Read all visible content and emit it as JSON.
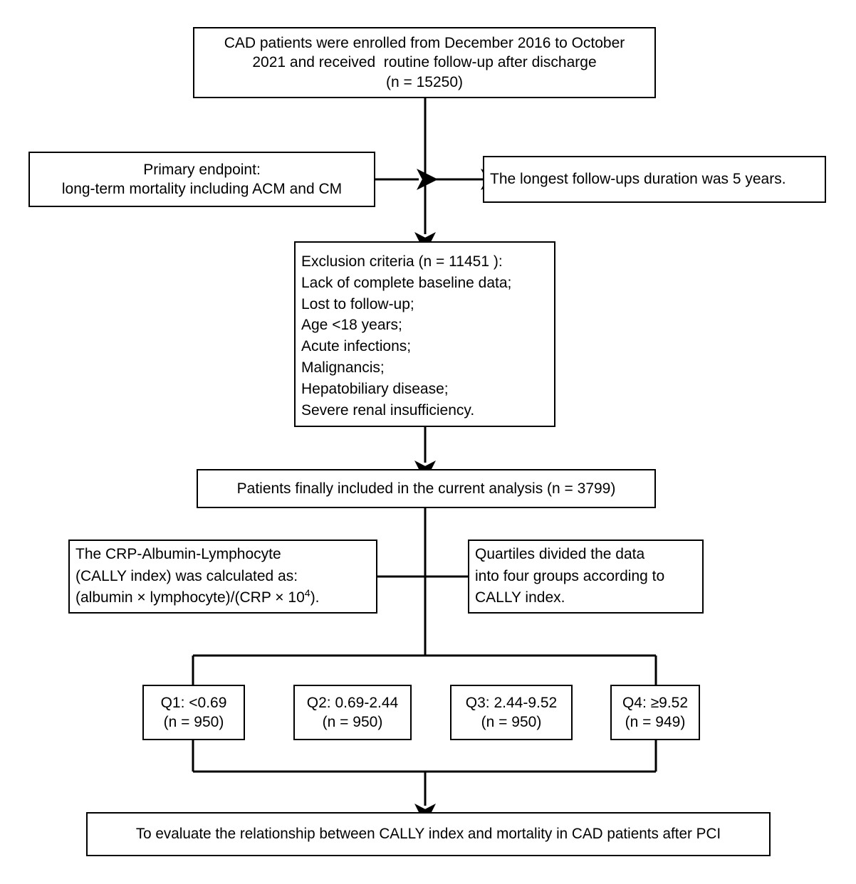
{
  "diagram": {
    "type": "flowchart",
    "title": "Study flow diagram: CALLY index and mortality in CAD patients after PCI",
    "line_color": "#000000",
    "box_fill": "#ffffff",
    "text_color": "#000000"
  },
  "nodes": {
    "enrollment": {
      "name": "enrollment-box",
      "lines": [
        "CAD patients were enrolled from December 2016 to October",
        "2021 and received  routine follow-up after discharge",
        "(n = 15250)"
      ],
      "n": 15250
    },
    "primary_endpoint": {
      "name": "primary-endpoint-box",
      "lines": [
        "Primary endpoint:",
        "long-term mortality including ACM and CM"
      ]
    },
    "followup_duration": {
      "name": "followup-duration-box",
      "lines": [
        "The longest follow-ups duration was 5 years."
      ]
    },
    "exclusion": {
      "name": "exclusion-criteria-box",
      "lines": [
        "Exclusion criteria (n = 11451 ):",
        "Lack of complete baseline data;",
        "Lost to follow-up;",
        "Age <18 years;",
        "Acute infections;",
        "Malignancis;",
        "Hepatobiliary disease;",
        "Severe renal insufficiency."
      ],
      "n": 11451
    },
    "included": {
      "name": "included-patients-box",
      "lines": [
        "Patients finally included in the current analysis (n = 3799)"
      ],
      "n": 3799
    },
    "cally_formula": {
      "name": "cally-formula-box",
      "line1": "The CRP-Albumin-Lymphocyte",
      "line2": "(CALLY index) was calculated as:",
      "line3_prefix": "(albumin × lymphocyte)/(CRP × 10",
      "line3_exponent": "4",
      "line3_suffix": ")."
    },
    "quartile_split": {
      "name": "quartile-split-box",
      "lines": [
        "Quartiles divided the data",
        "into four groups according to",
        "CALLY index."
      ]
    },
    "objective": {
      "name": "objective-box",
      "lines": [
        "To evaluate the relationship between CALLY index and mortality in CAD patients after PCI"
      ]
    }
  },
  "quartiles": [
    {
      "label": "Q1: <0.69",
      "count_label": "(n = 950)",
      "group": "Q1",
      "range": "<0.69",
      "n": 950
    },
    {
      "label": "Q2: 0.69-2.44",
      "count_label": "(n = 950)",
      "group": "Q2",
      "range": "0.69-2.44",
      "n": 950
    },
    {
      "label": "Q3: 2.44-9.52",
      "count_label": "(n = 950)",
      "group": "Q3",
      "range": "2.44-9.52",
      "n": 950
    },
    {
      "label": "Q4: ≥9.52",
      "count_label": "(n = 949)",
      "group": "Q4",
      "range": "≥9.52",
      "n": 949
    }
  ]
}
